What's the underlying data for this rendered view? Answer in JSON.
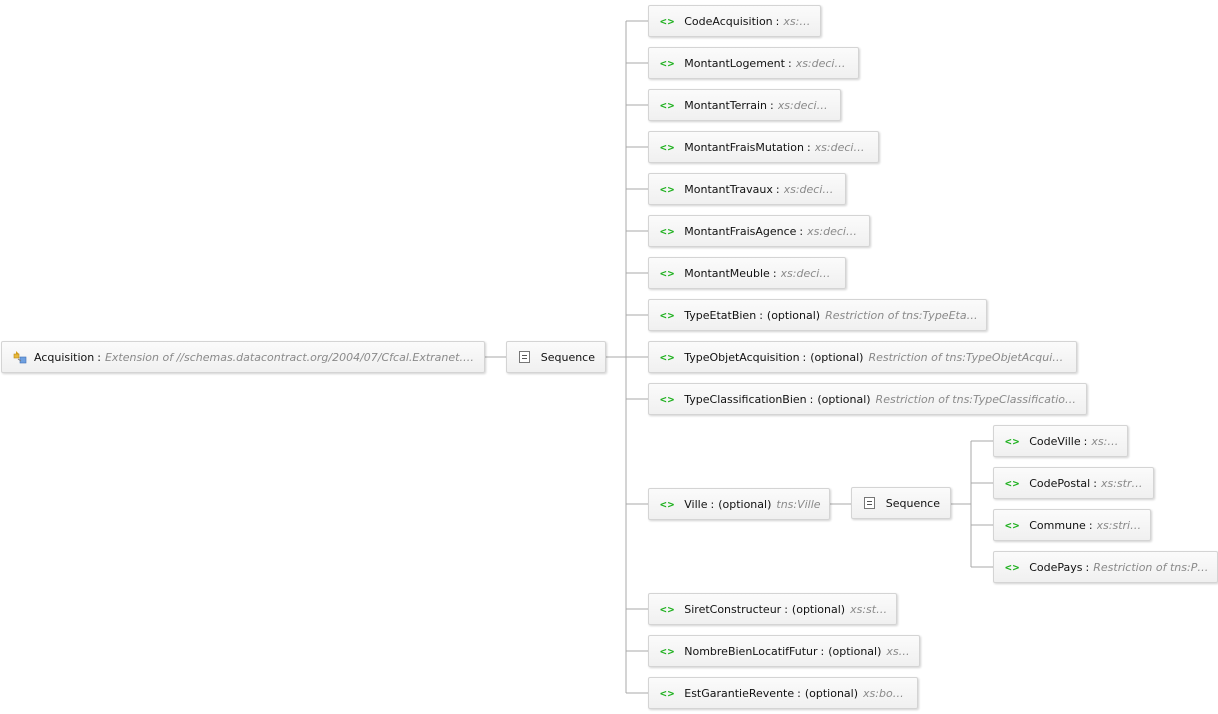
{
  "root": {
    "name": "Acquisition",
    "separator": ":",
    "type": "Extension of  //schemas.datacontract.org/2004/07/Cfcal.Extranet.Ser..."
  },
  "sequence_label": "Sequence",
  "fields": [
    {
      "name": "CodeAcquisition",
      "optional": "",
      "type": "xs:int"
    },
    {
      "name": "MontantLogement",
      "optional": "",
      "type": "xs:decimal"
    },
    {
      "name": "MontantTerrain",
      "optional": "",
      "type": "xs:decimal"
    },
    {
      "name": "MontantFraisMutation",
      "optional": "",
      "type": "xs:decimal"
    },
    {
      "name": "MontantTravaux",
      "optional": "",
      "type": "xs:decimal"
    },
    {
      "name": "MontantFraisAgence",
      "optional": "",
      "type": "xs:decimal"
    },
    {
      "name": "MontantMeuble",
      "optional": "",
      "type": "xs:decimal"
    },
    {
      "name": "TypeEtatBien",
      "optional": "(optional)",
      "type": "Restriction of tns:TypeEtatBien"
    },
    {
      "name": "TypeObjetAcquisition",
      "optional": "(optional)",
      "type": "Restriction of tns:TypeObjetAcquisition"
    },
    {
      "name": "TypeClassificationBien",
      "optional": "(optional)",
      "type": "Restriction of tns:TypeClassificationBien"
    },
    {
      "name": "Ville",
      "optional": "(optional)",
      "type": "tns:Ville"
    },
    {
      "name": "SiretConstructeur",
      "optional": "(optional)",
      "type": "xs:string"
    },
    {
      "name": "NombreBienLocatifFutur",
      "optional": "(optional)",
      "type": "xs:int"
    },
    {
      "name": "EstGarantieRevente",
      "optional": "(optional)",
      "type": "xs:boolean"
    }
  ],
  "ville_fields": [
    {
      "name": "CodeVille",
      "optional": "",
      "type": "xs:int"
    },
    {
      "name": "CodePostal",
      "optional": "",
      "type": "xs:string"
    },
    {
      "name": "Commune",
      "optional": "",
      "type": "xs:string"
    },
    {
      "name": "CodePays",
      "optional": "",
      "type": "Restriction of tns:Pays"
    }
  ],
  "icons": {
    "element": "element-angle-brackets-icon",
    "sequence": "sequence-list-icon",
    "complex_type": "complex-type-extension-icon"
  },
  "element_icon_glyph": "<>",
  "colors": {
    "element_icon": "#1db01d",
    "type_text": "#8a8a8a",
    "connector": "#a8a8a8"
  }
}
